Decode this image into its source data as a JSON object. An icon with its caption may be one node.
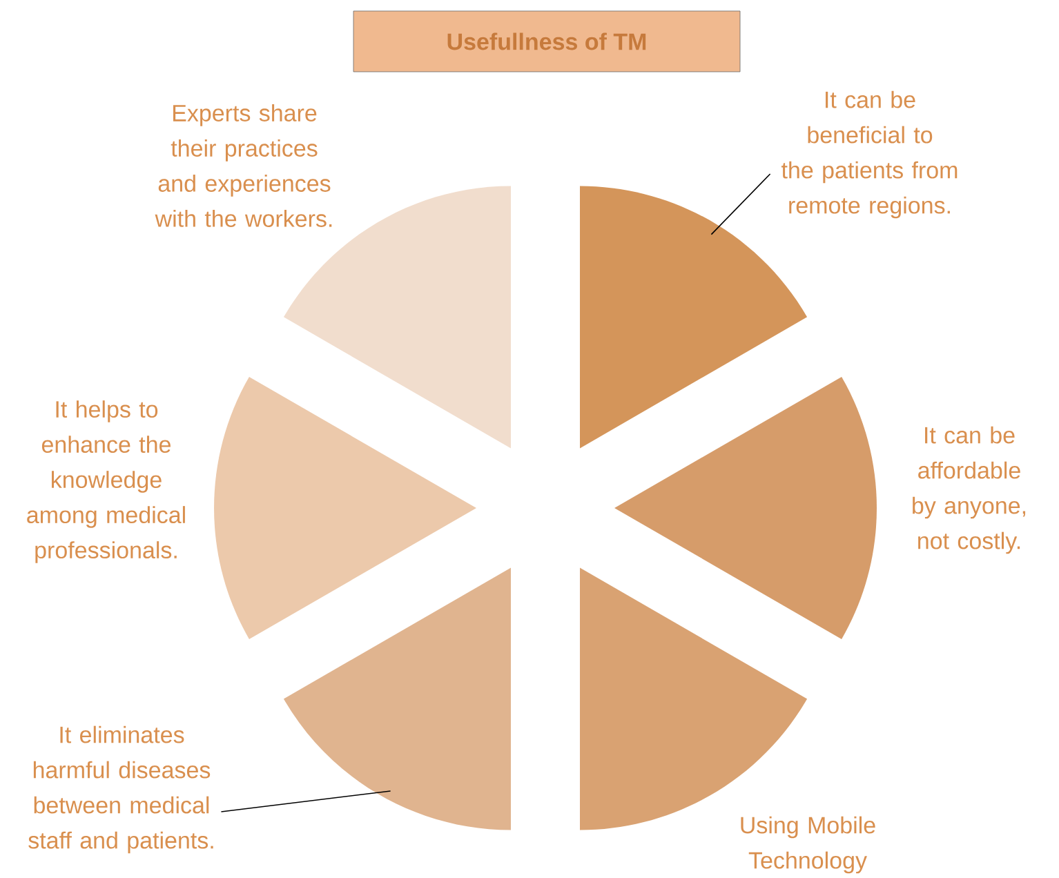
{
  "diagram": {
    "nodes": [
      {
        "text": [
          "Usefullness of TM"
        ]
      },
      {
        "text": [
          "It can be beneficial to the patients from remote regions."
        ]
      },
      {
        "text": [],
        "shape": "sector"
      },
      {
        "text": [],
        "shape": "sector"
      },
      {
        "text": [],
        "shape": "sector"
      },
      {
        "text": [],
        "shape": "sector"
      },
      {
        "text": [],
        "shape": "sector"
      },
      {
        "text": [],
        "shape": "sector"
      },
      {
        "text": [
          "It eliminates harmful diseases between medical staff and patients."
        ]
      }
    ],
    "edges": [
      {
        "from": 1,
        "to": 3,
        "arrow": "none"
      },
      {
        "from": 8,
        "to": 6,
        "arrow": "none"
      }
    ],
    "labels": [
      "Experts share their practices and experiences with the workers.",
      "It helps to enhance the knowledge among medical professionals.",
      "It can be affordable by anyone, not costly.",
      "Using Mobile Technology"
    ]
  }
}
